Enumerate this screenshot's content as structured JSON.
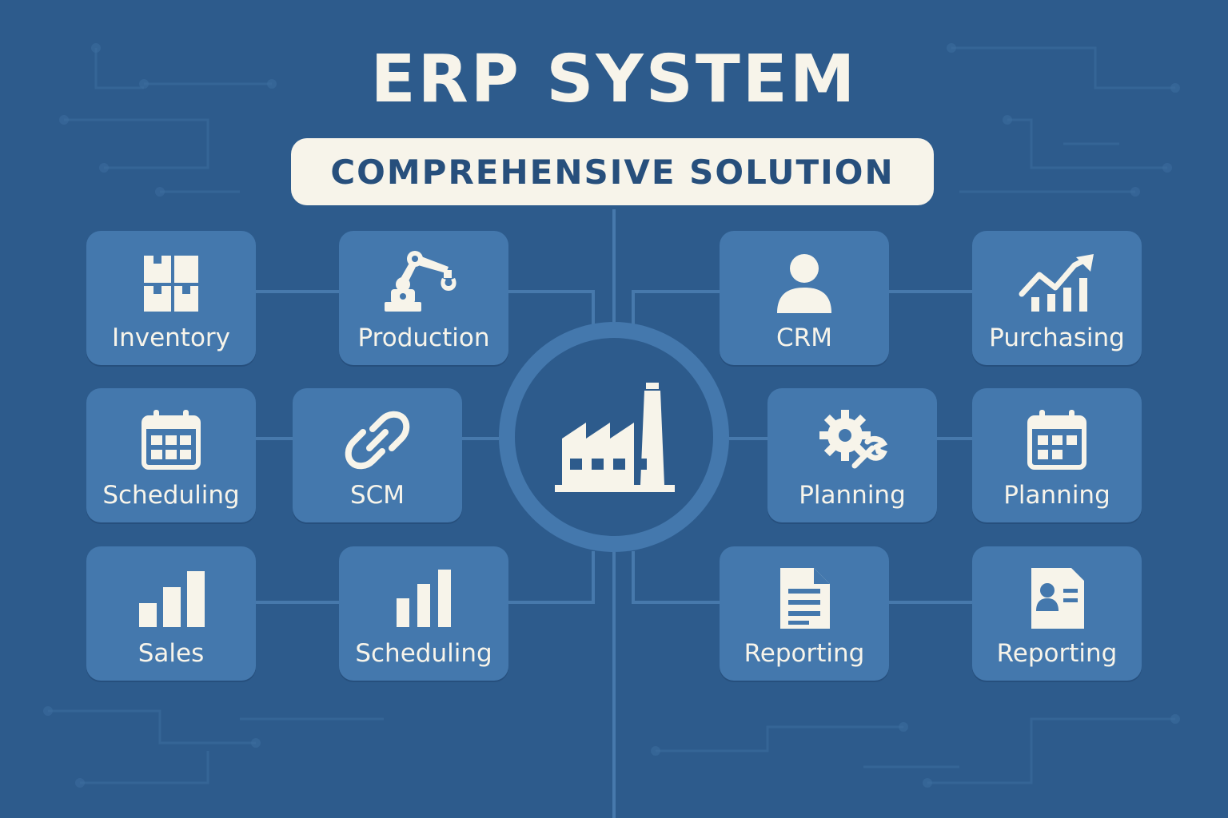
{
  "header": {
    "title": "ERP SYSTEM",
    "subtitle": "COMPREHENSIVE SOLUTION"
  },
  "hub": {
    "icon": "factory-icon"
  },
  "modules": [
    {
      "label": "Inventory",
      "icon": "boxes-icon"
    },
    {
      "label": "Production",
      "icon": "robot-arm-icon"
    },
    {
      "label": "CRM",
      "icon": "person-icon"
    },
    {
      "label": "Purchasing",
      "icon": "trend-chart-icon"
    },
    {
      "label": "Scheduling",
      "icon": "calendar-icon"
    },
    {
      "label": "SCM",
      "icon": "chain-link-icon"
    },
    {
      "label": "Planning",
      "icon": "gear-wrench-icon"
    },
    {
      "label": "Planning",
      "icon": "calendar-icon"
    },
    {
      "label": "Sales",
      "icon": "bar-chart-icon"
    },
    {
      "label": "Scheduling",
      "icon": "bar-chart-icon"
    },
    {
      "label": "Reporting",
      "icon": "document-icon"
    },
    {
      "label": "Reporting",
      "icon": "id-card-icon"
    }
  ],
  "colors": {
    "background": "#2d5b8c",
    "card": "#4478ad",
    "text": "#f7f4ea",
    "subtitle_text": "#274f7c"
  }
}
